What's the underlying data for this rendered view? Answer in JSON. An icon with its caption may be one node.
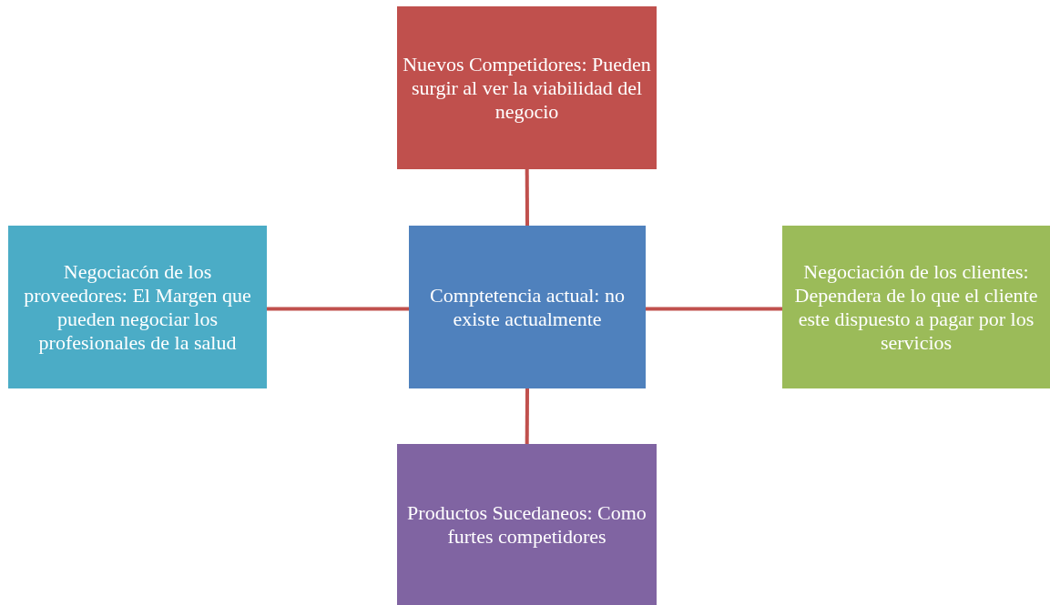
{
  "diagram": {
    "nodes": [
      {
        "text": [
          "Nuevos Competidores: Pueden surgir al ver la viabilidad del negocio"
        ]
      },
      {
        "text": [
          "Negociacón de los proveedores: El Margen que pueden negociar los profesionales de la salud"
        ]
      },
      {
        "text": [
          "Comptetencia actual: no existe actualmente"
        ]
      },
      {
        "text": [
          "Negociación de los clientes: Dependera de lo que el cliente este dispuesto a pagar por los servicios"
        ]
      },
      {
        "text": [
          "Productos Sucedaneos: Como furtes competidores"
        ]
      }
    ],
    "edges": [
      {
        "from": 2,
        "to": 0,
        "arrow": "none"
      },
      {
        "from": 2,
        "to": 1,
        "arrow": "none"
      },
      {
        "from": 2,
        "to": 3,
        "arrow": "none"
      },
      {
        "from": 2,
        "to": 4,
        "arrow": "none"
      }
    ]
  }
}
